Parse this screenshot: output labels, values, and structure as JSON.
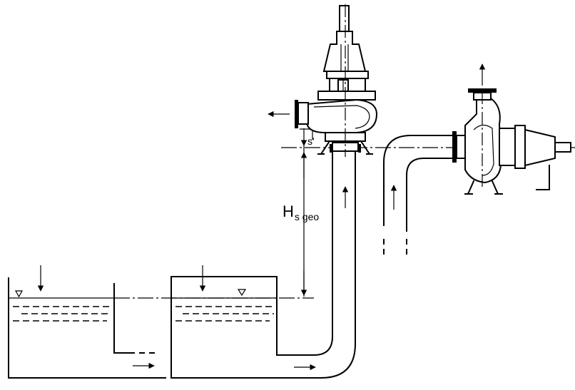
{
  "labels": {
    "s_prime": "s'",
    "h_main": "H",
    "h_sub": "s geo"
  },
  "colors": {
    "line": "#000000",
    "background": "#ffffff"
  }
}
